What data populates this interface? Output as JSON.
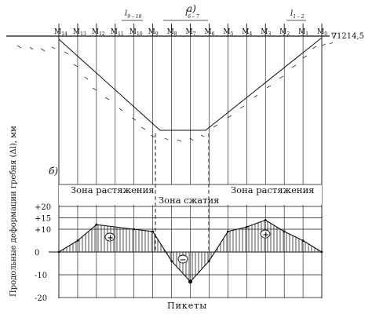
{
  "part_a_label": "а)",
  "part_b_label": "б)",
  "elevation_label": "∇1214,5",
  "span_labels": [
    {
      "main": "l",
      "sub": "9 – 10"
    },
    {
      "main": "l",
      "sub": "6 – 7"
    },
    {
      "main": "l",
      "sub": "1 – 2"
    }
  ],
  "markers": [
    "M14",
    "M13",
    "M12",
    "M11",
    "M10",
    "M9",
    "M8",
    "M7",
    "M6",
    "M5",
    "M4",
    "M3",
    "M2",
    "M1",
    "M0"
  ],
  "y_axis_label": "Продольные деформации гребня (Δl), мм",
  "x_axis_label": "Пикеты",
  "zones": {
    "tension_left": "Зона растяжения",
    "compression": "Зона сжатия",
    "tension_right": "Зона растяжения"
  },
  "sign_plus": "+",
  "sign_minus": "−",
  "chart_data": {
    "type": "line",
    "y_ticks": [
      "+20",
      "+15",
      "+10",
      "0",
      "-10",
      "-20"
    ],
    "ylim": [
      -20,
      20
    ],
    "markers_order": [
      "M14",
      "M13",
      "M12",
      "M11",
      "M10",
      "M9",
      "M8",
      "M7",
      "M6",
      "M5",
      "M4",
      "M3",
      "M2",
      "M1",
      "M0"
    ],
    "series": [
      {
        "points": [
          [
            "M14",
            0
          ],
          [
            "M13",
            5
          ],
          [
            "M12",
            12
          ],
          [
            "M10",
            10
          ],
          [
            "M9",
            9
          ],
          [
            "M8",
            -4
          ],
          [
            "M7",
            -13
          ],
          [
            "M6",
            -4
          ],
          [
            "M5",
            9
          ],
          [
            "M4",
            11
          ],
          [
            "M3",
            14
          ],
          [
            "M2",
            9
          ],
          [
            "M1",
            5
          ],
          [
            "M0",
            0
          ]
        ]
      }
    ]
  }
}
